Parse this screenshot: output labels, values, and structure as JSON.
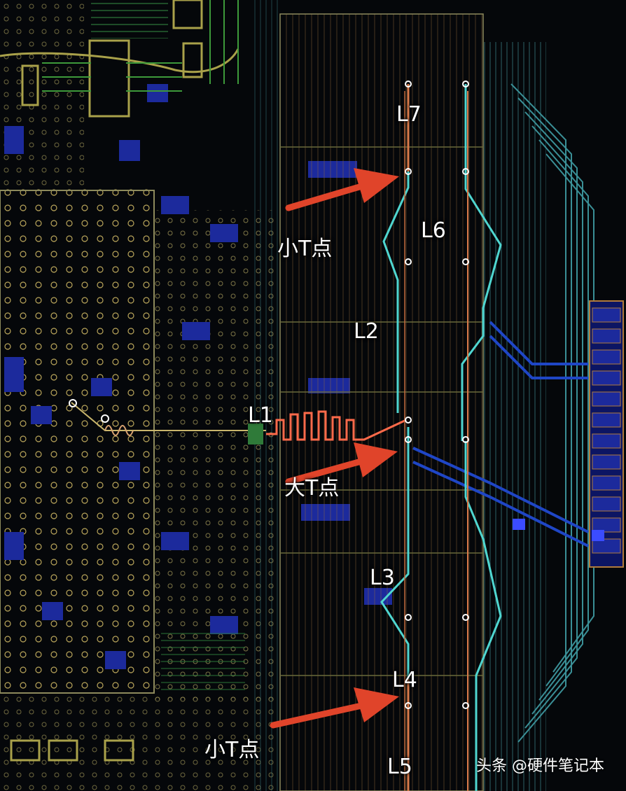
{
  "colors": {
    "background": "#000000",
    "arrow": "#e0442a",
    "main_trace": "#4fd6d0",
    "serpentine": "#ff6a4a",
    "copper": "#a9a14a",
    "green_trace": "#3d9a3a",
    "blue_plane": "#1c2a9c"
  },
  "segment_labels": {
    "L1": "L1",
    "L2": "L2",
    "L3": "L3",
    "L4": "L4",
    "L5": "L5",
    "L6": "L6",
    "L7": "L7"
  },
  "callouts": {
    "small_t_top": "小T点",
    "big_t": "大T点",
    "small_t_bottom": "小T点"
  },
  "watermark": {
    "text": "头条 @硬件笔记本"
  }
}
